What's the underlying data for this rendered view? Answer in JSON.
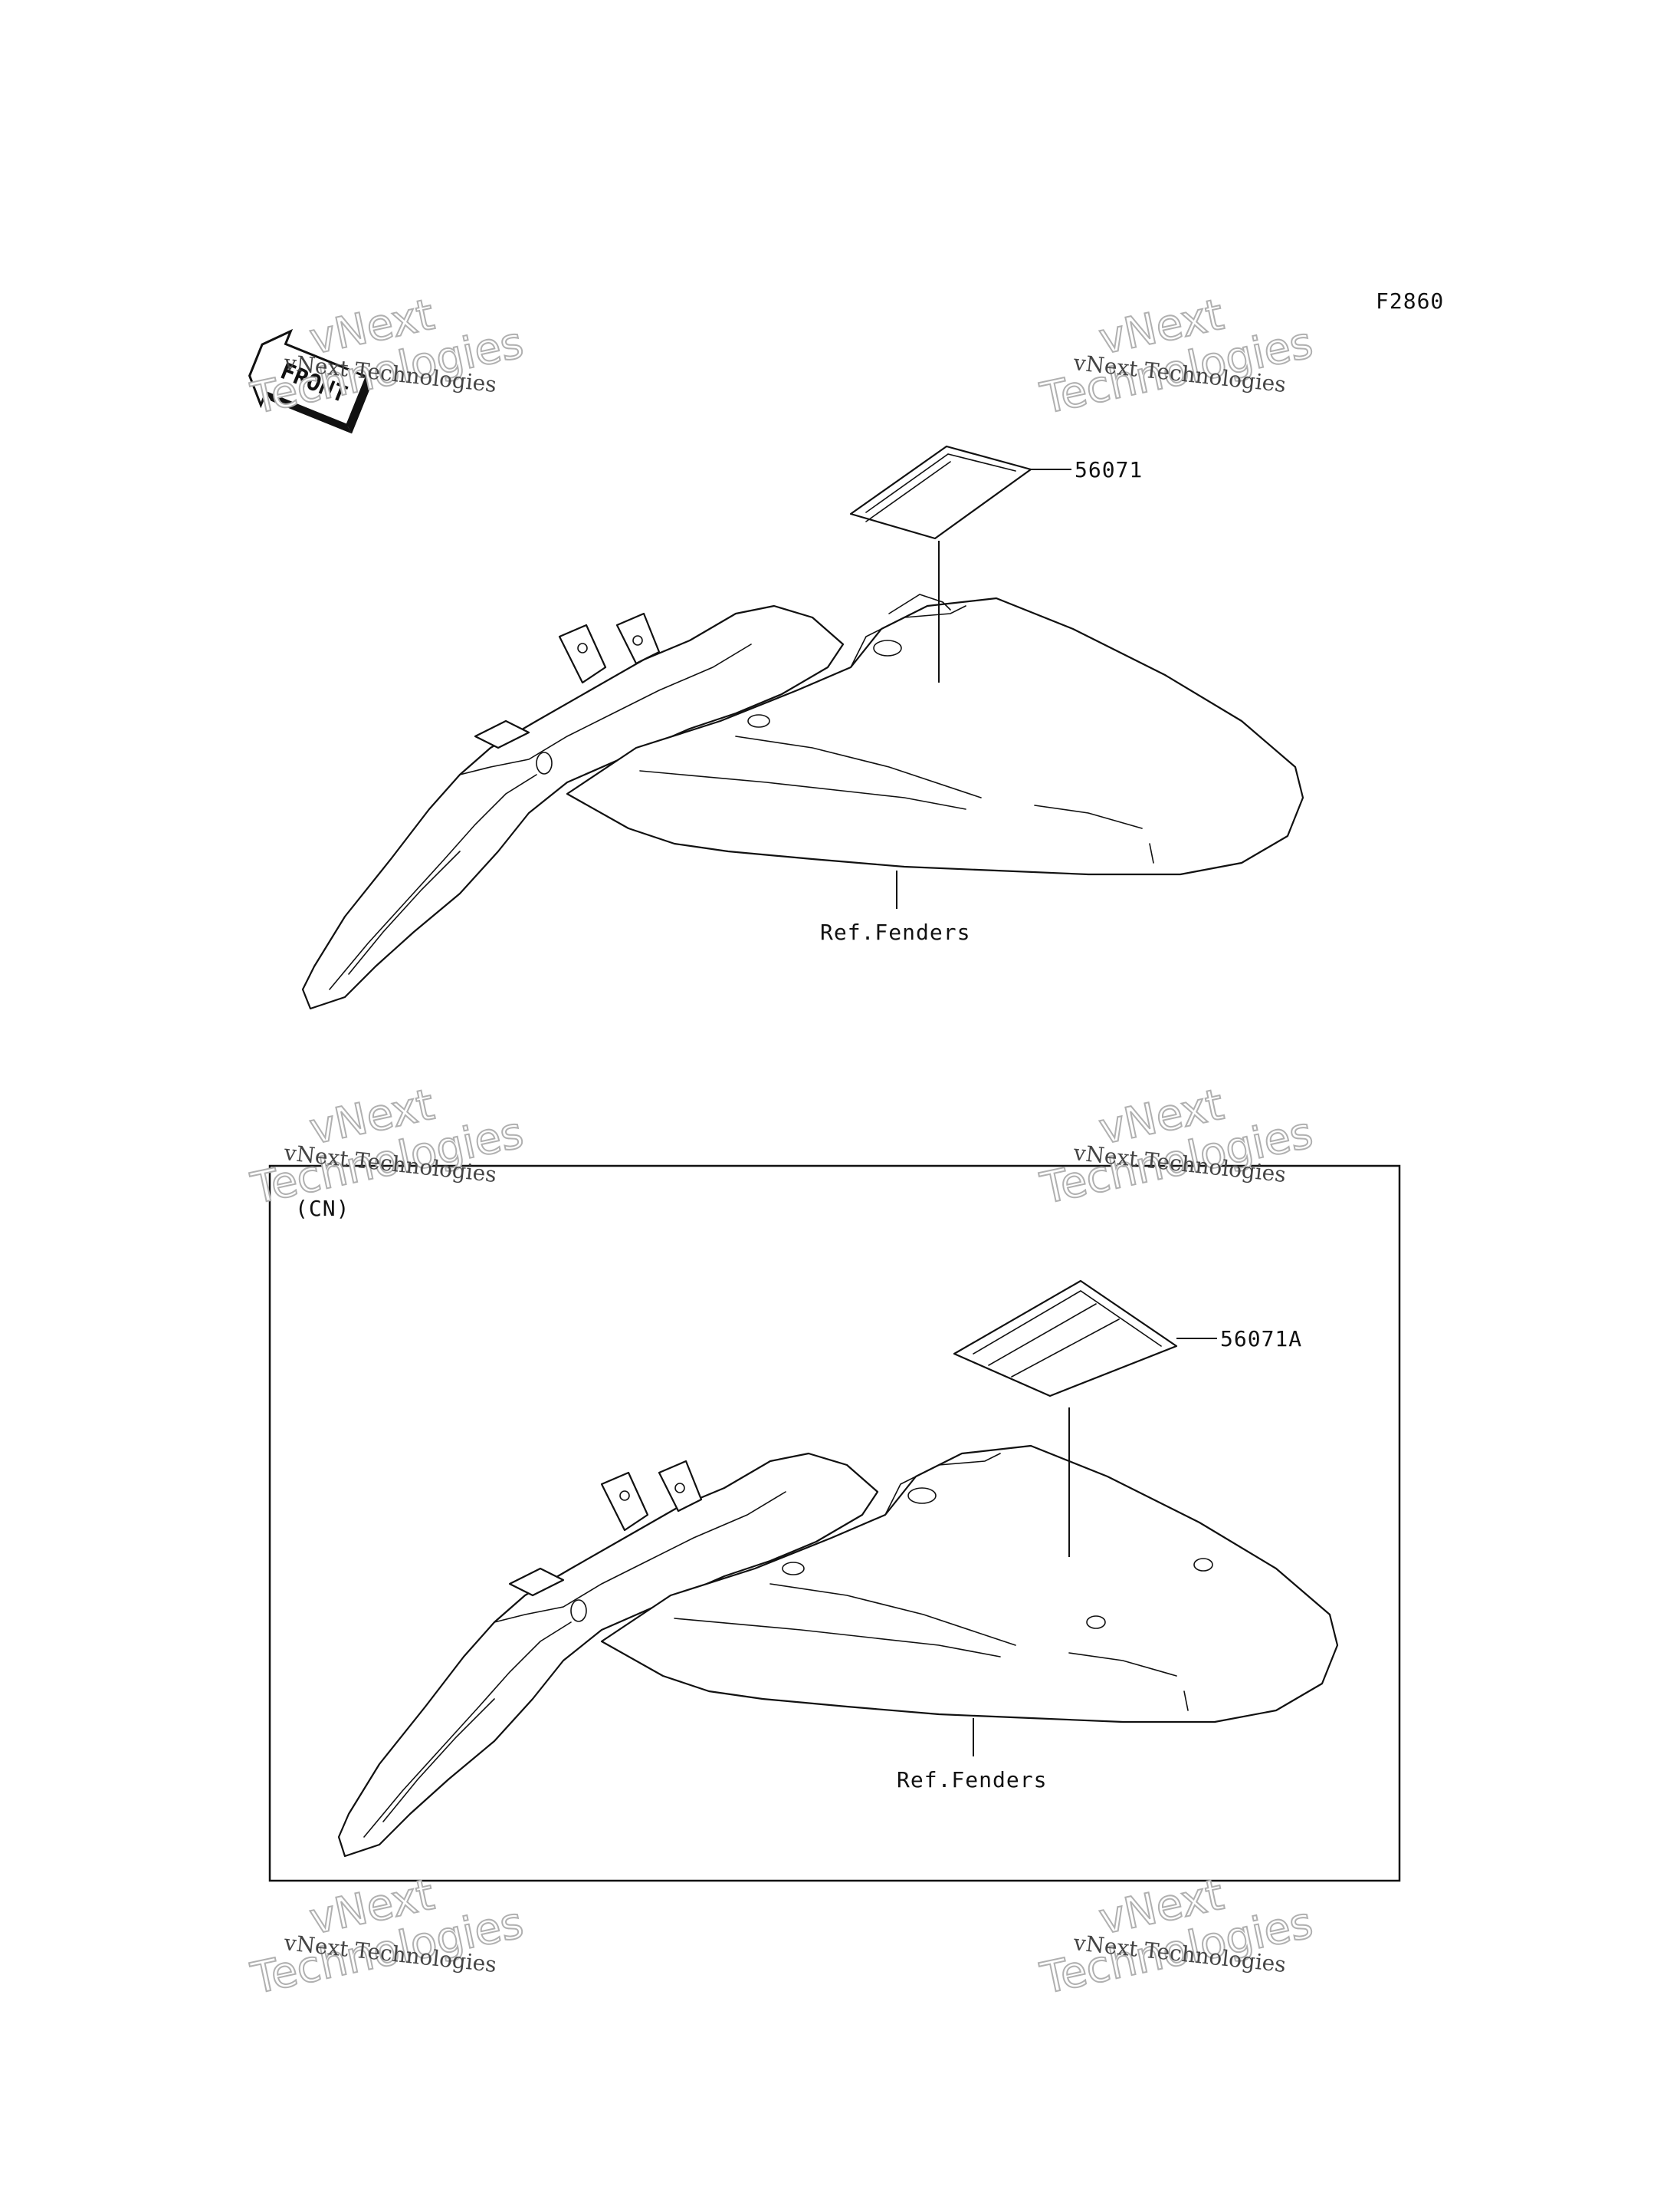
{
  "figure_code": "F2860",
  "front_arrow_label": "FRONT",
  "top_view": {
    "part_number": "56071",
    "reference": "Ref.Fenders"
  },
  "cn_view": {
    "variant_tag": "(CN)",
    "part_number": "56071A",
    "reference": "Ref.Fenders"
  },
  "watermark": {
    "small_text": "vNext Technologies",
    "big_line1": "vNext",
    "big_line2": "Technologies"
  }
}
